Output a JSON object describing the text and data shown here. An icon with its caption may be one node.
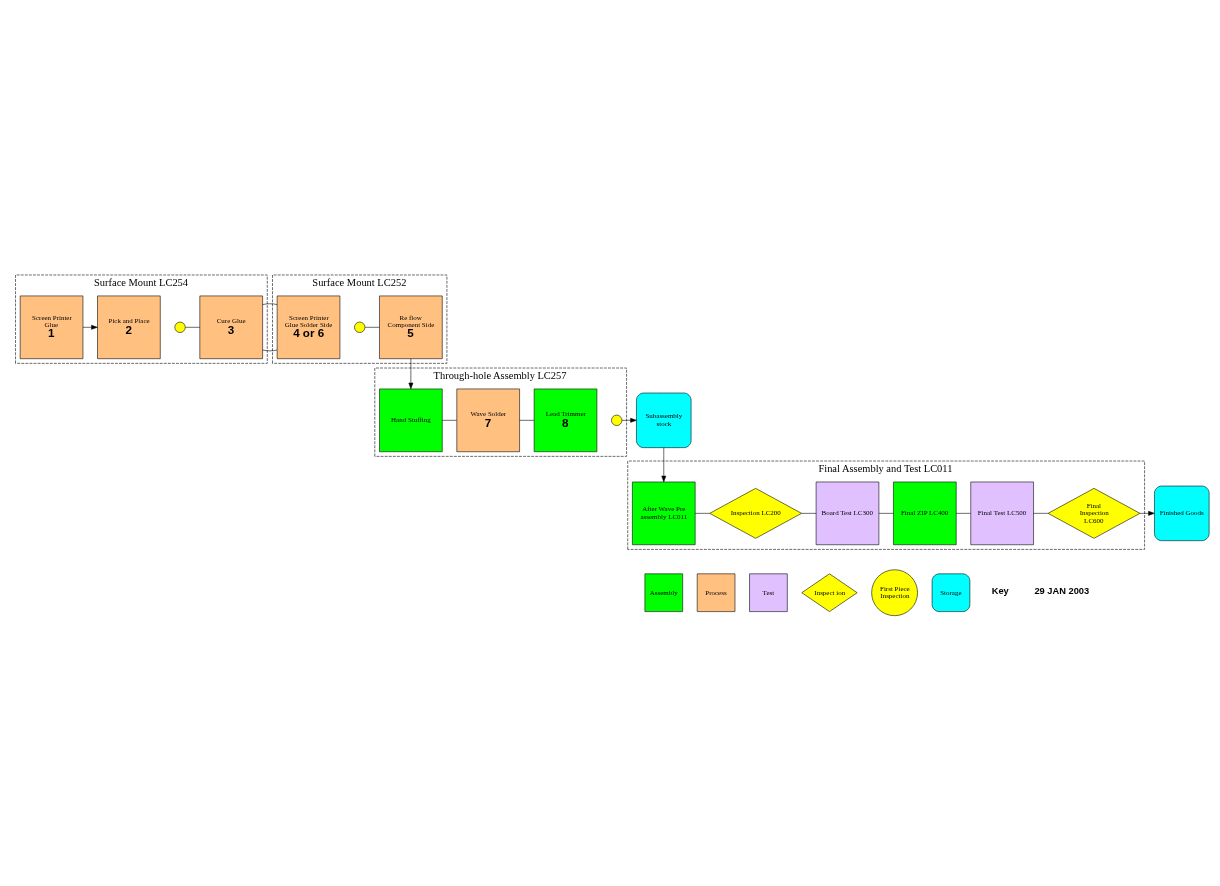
{
  "diagram": {
    "nodes": [
      {
        "text": [
          "Surface Mount LC254"
        ]
      },
      {
        "text": [
          "Screen Printer Glue",
          "1"
        ],
        "in": 0
      },
      {
        "text": [
          "Pick and Place",
          "2"
        ],
        "in": 0
      },
      {
        "text": [],
        "shape": "circle",
        "in": 0
      },
      {
        "text": [
          "Cure Glue",
          "3"
        ],
        "in": 0
      },
      {
        "text": [
          "Surface Mount LC252"
        ]
      },
      {
        "text": [
          "Screen Printer Glue Solder Side",
          "4 or 6"
        ],
        "in": 5
      },
      {
        "text": [],
        "shape": "circle",
        "in": 5
      },
      {
        "text": [
          "Re flow Component Side",
          "5"
        ],
        "in": 5
      },
      {
        "text": [
          "Through-hole Assembly LC257"
        ]
      },
      {
        "text": [
          "Hand Stuffing"
        ],
        "in": 9
      },
      {
        "text": [
          "Wave Solder",
          "7"
        ],
        "in": 9
      },
      {
        "text": [
          "Lead Trimmer",
          "8"
        ],
        "in": 9
      },
      {
        "text": [],
        "shape": "circle",
        "in": 9
      },
      {
        "text": [
          "Subassembly stock"
        ]
      },
      {
        "text": [
          "Final Assembly and Test LC011"
        ]
      },
      {
        "text": [
          "After Wave Pre assembly LC011"
        ],
        "in": 15
      },
      {
        "text": [
          "Inspection LC200"
        ],
        "in": 15
      },
      {
        "text": [
          "Board Test LC300"
        ],
        "in": 15
      },
      {
        "text": [
          "Final ZIP LC400"
        ],
        "in": 15
      },
      {
        "text": [
          "Final Test LC500"
        ],
        "in": 15
      },
      {
        "text": [
          "Final Inspection LC600"
        ],
        "in": 15
      },
      {
        "text": [
          "Finished Goods"
        ]
      }
    ],
    "edges": [
      {
        "from": 1,
        "to": 2,
        "arrow": "to"
      },
      {
        "from": 3,
        "to": 4,
        "arrow": "none"
      },
      {
        "from": 4,
        "to": 6,
        "arrow": "none"
      },
      {
        "from": 7,
        "to": 8,
        "arrow": "none"
      },
      {
        "from": 8,
        "to": 10,
        "arrow": "to"
      },
      {
        "from": 10,
        "to": 11,
        "arrow": "none"
      },
      {
        "from": 11,
        "to": 12,
        "arrow": "none"
      },
      {
        "from": 13,
        "to": 14,
        "arrow": "to"
      },
      {
        "from": 14,
        "to": 16,
        "arrow": "to"
      },
      {
        "from": 16,
        "to": 17,
        "arrow": "none"
      },
      {
        "from": 17,
        "to": 18,
        "arrow": "none"
      },
      {
        "from": 18,
        "to": 19,
        "arrow": "none"
      },
      {
        "from": 19,
        "to": 20,
        "arrow": "none"
      },
      {
        "from": 20,
        "to": 21,
        "arrow": "none"
      },
      {
        "from": 21,
        "to": 22,
        "arrow": "to"
      }
    ],
    "labels": [
      "Key",
      "29 JAN 2003"
    ],
    "legend": [
      {
        "text": "Assembly",
        "color": "#00ff00"
      },
      {
        "text": "Process",
        "color": "#ffc080"
      },
      {
        "text": "Test",
        "color": "#e0c0ff"
      },
      {
        "text": "Inspect ion",
        "color": "#ffff00"
      },
      {
        "text": "First Piece Inspection",
        "color": "#ffff00"
      },
      {
        "text": "Storage",
        "color": "#00ffff"
      }
    ]
  }
}
